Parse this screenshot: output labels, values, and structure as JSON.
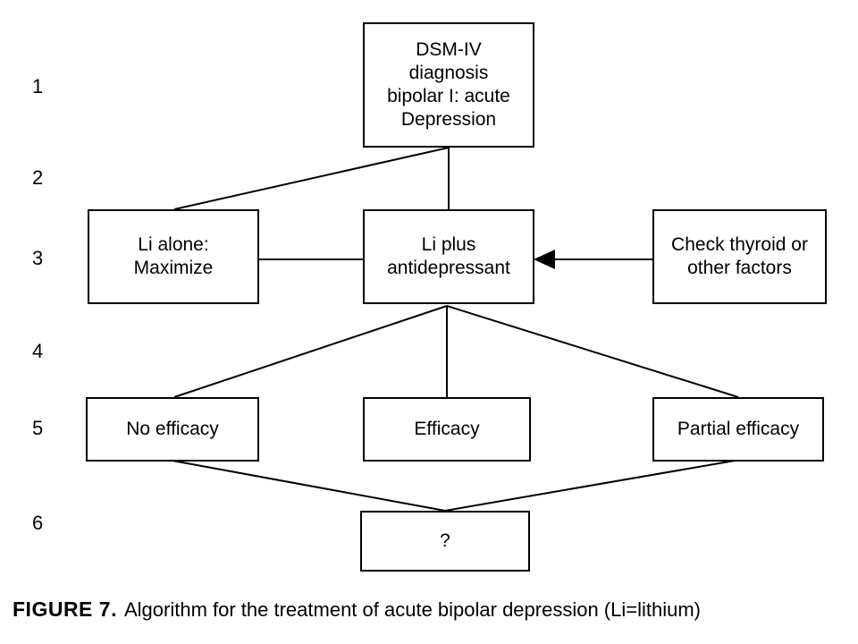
{
  "steps": [
    "1",
    "2",
    "3",
    "4",
    "5",
    "6"
  ],
  "nodes": {
    "diagnosis": "DSM-IV\ndiagnosis\nbipolar I: acute\nDepression",
    "li_alone": "Li alone:\nMaximize",
    "li_plus": "Li plus\nantidepressant",
    "check_thyroid": "Check thyroid or\nother factors",
    "no_efficacy": "No efficacy",
    "efficacy": "Efficacy",
    "partial_efficacy": "Partial efficacy",
    "unknown": "?"
  },
  "caption": {
    "label": "FIGURE 7.",
    "text": "Algorithm for the treatment of acute bipolar depression (Li=lithium)"
  }
}
